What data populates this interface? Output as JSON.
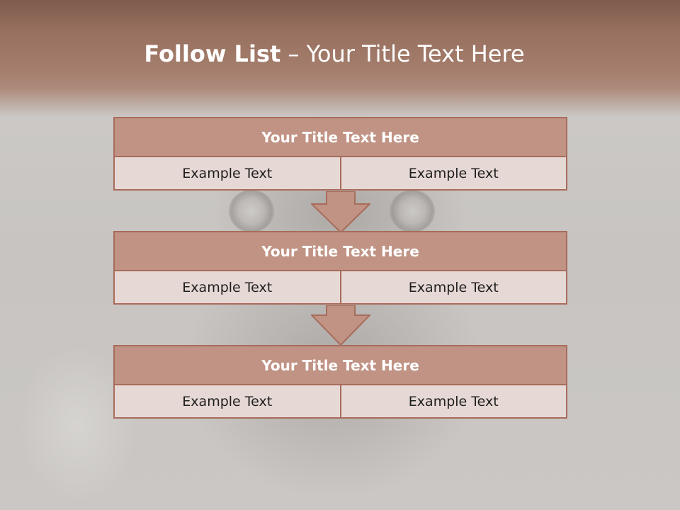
{
  "slide": {
    "title_main": "Follow List",
    "title_sub": "  – Your Title Text Here"
  },
  "colors": {
    "header_band": "#a57e6d",
    "box_fill": "#c09384",
    "box_border": "#a86c5c",
    "cell_fill": "#e6d8d4",
    "arrow_fill": "#c09384"
  },
  "steps": [
    {
      "title": "Your Title Text Here",
      "left_text": "Example Text",
      "right_text": "Example Text"
    },
    {
      "title": "Your Title Text Here",
      "left_text": "Example Text",
      "right_text": "Example Text"
    },
    {
      "title": "Your Title Text Here",
      "left_text": "Example Text",
      "right_text": "Example Text"
    }
  ],
  "connectors": [
    {
      "icon": "down-arrow-icon"
    },
    {
      "icon": "down-arrow-icon"
    }
  ]
}
